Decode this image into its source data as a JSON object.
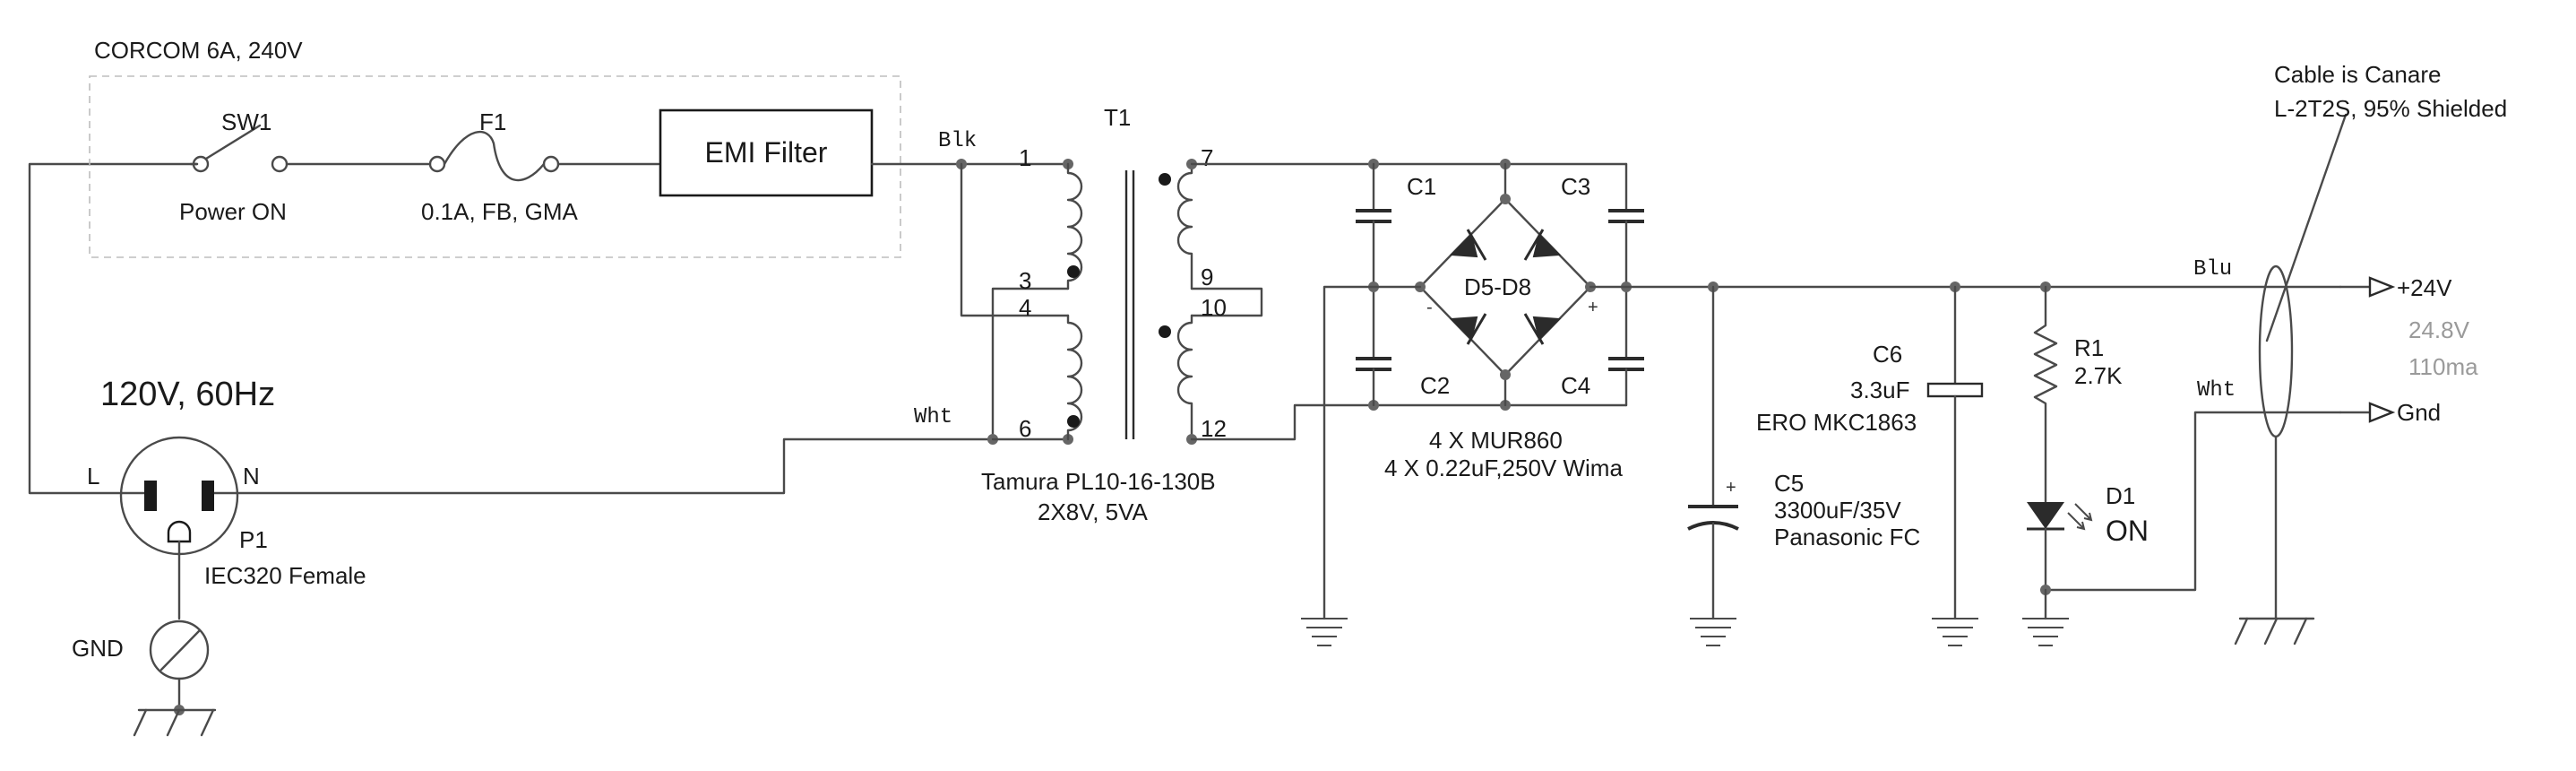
{
  "supply": {
    "title": "120V, 60Hz",
    "line_label": "L",
    "neutral_label": "N",
    "ground_label": "GND"
  },
  "inlet": {
    "ref": "P1",
    "type": "IEC320 Female"
  },
  "filter_module": {
    "name": "CORCOM 6A, 240V",
    "switch_ref": "SW1",
    "switch_label": "Power ON",
    "fuse_ref": "F1",
    "fuse_label": "0.1A, FB, GMA",
    "filter_label": "EMI Filter"
  },
  "transformer": {
    "ref": "T1",
    "model": "Tamura PL10-16-130B",
    "rating": "2X8V, 5VA",
    "pins": [
      "1",
      "3",
      "4",
      "6",
      "7",
      "9",
      "10",
      "12"
    ],
    "wire_colors": {
      "primary_top": "Blk",
      "primary_bottom": "Wht"
    }
  },
  "bridge": {
    "caps": [
      "C1",
      "C2",
      "C3",
      "C4"
    ],
    "diodes_label": "D5-D8",
    "parts_line1": "4 X MUR860",
    "parts_line2": "4 X 0.22uF,250V Wima",
    "minus": "-",
    "plus": "+"
  },
  "filter_cap": {
    "ref": "C5",
    "value": "3300uF/35V",
    "make": "Panasonic FC",
    "plus": "+"
  },
  "bypass_cap": {
    "ref": "C6",
    "value": "3.3uF",
    "make": "ERO MKC1863"
  },
  "resistor": {
    "ref": "R1",
    "value": "2.7K"
  },
  "led": {
    "ref": "D1",
    "label": "ON"
  },
  "output": {
    "cable_line1": "Cable is Canare",
    "cable_line2": "L-2T2S, 95% Shielded",
    "positive_wire": "Blu",
    "ground_wire": "Wht",
    "positive_label": "+24V",
    "ground_label": "Gnd",
    "measured_voltage": "24.8V",
    "measured_current": "110ma",
    "measured_color": "#9a9a9a"
  }
}
